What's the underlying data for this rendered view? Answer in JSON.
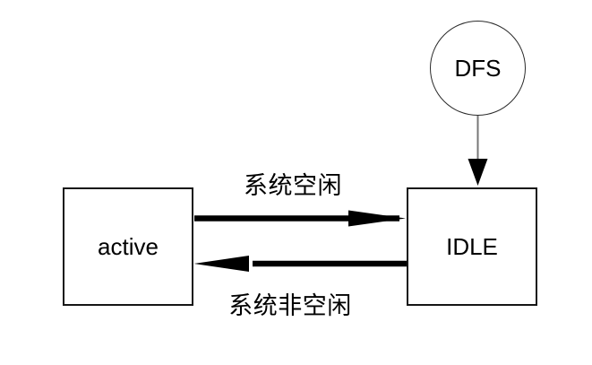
{
  "nodes": {
    "dfs": {
      "label": "DFS",
      "shape": "circle"
    },
    "active": {
      "label": "active",
      "shape": "rect"
    },
    "idle": {
      "label": "IDLE",
      "shape": "rect"
    }
  },
  "edges": {
    "active_to_idle": {
      "label": "系统空闲",
      "from": "active",
      "to": "idle"
    },
    "idle_to_active": {
      "label": "系统非空闲",
      "from": "idle",
      "to": "active"
    },
    "dfs_to_idle": {
      "label": "",
      "from": "dfs",
      "to": "idle"
    }
  },
  "colors": {
    "background": "#ffffff",
    "node_stroke": "#161616",
    "edge_stroke": "#000000",
    "thin_connector": "#777777",
    "text": "#000000"
  }
}
